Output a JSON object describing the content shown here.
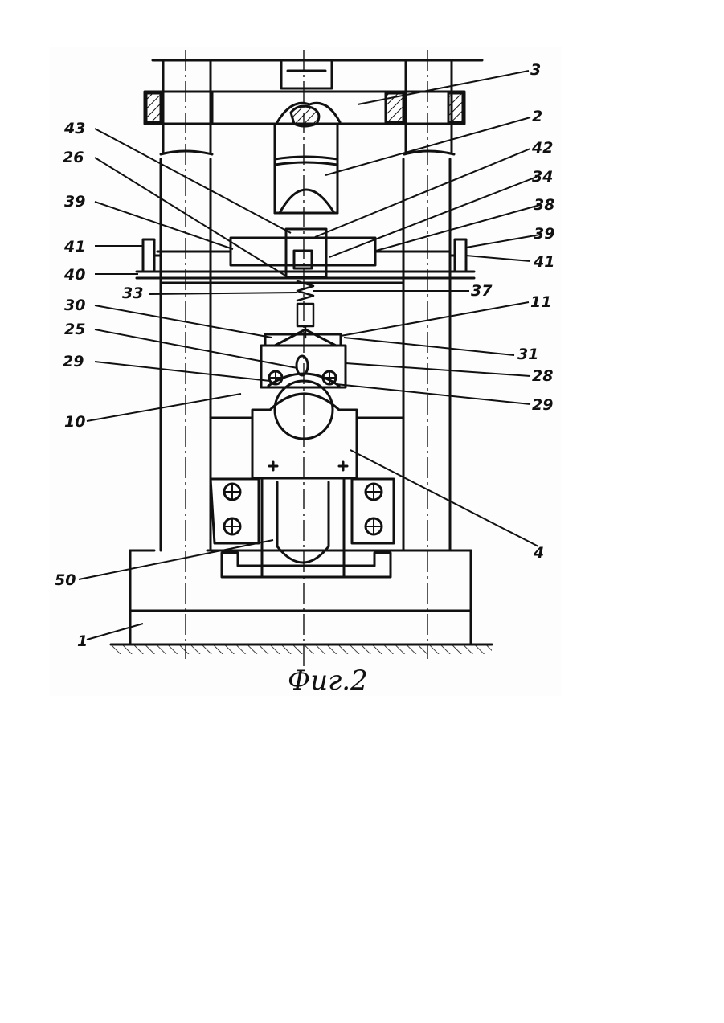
{
  "figure": {
    "caption": "Фиг.2",
    "labels": {
      "l1": "1",
      "l2": "2",
      "l3": "3",
      "l4": "4",
      "l10": "10",
      "l11": "11",
      "l25": "25",
      "l26": "26",
      "l28": "28",
      "l29a": "29",
      "l29b": "29",
      "l30": "30",
      "l31": "31",
      "l33": "33",
      "l34": "34",
      "l37": "37",
      "l38": "38",
      "l39a": "39",
      "l39b": "39",
      "l40": "40",
      "l41a": "41",
      "l41b": "41",
      "l42": "42",
      "l43": "43",
      "l50": "50"
    }
  },
  "colors": {
    "ink": "#111111",
    "paper": "#ffffff",
    "panel": "#fdfdfd"
  }
}
